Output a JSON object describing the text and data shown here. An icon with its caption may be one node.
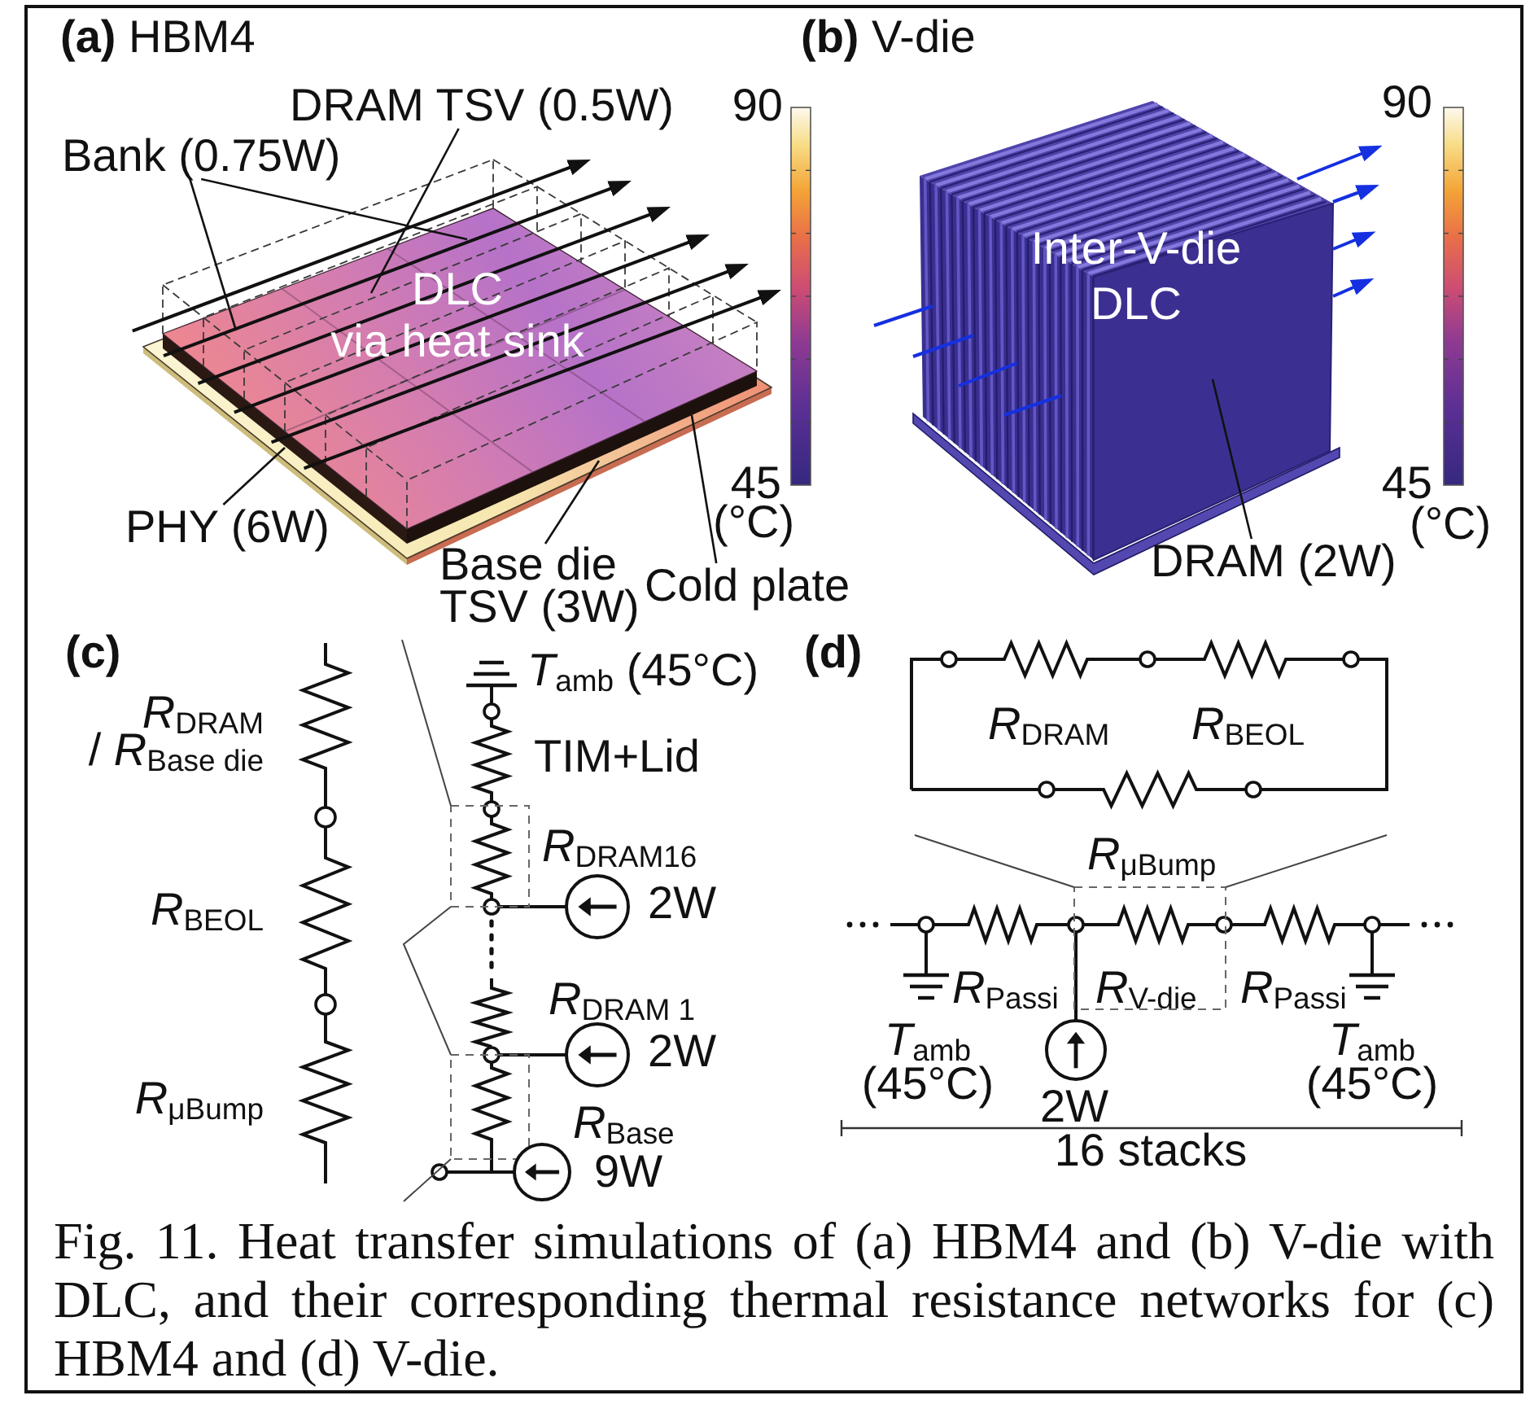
{
  "diagram": {
    "caption": "Fig. 11. Heat transfer simulations of (a) HBM4 and (b) V-die with DLC, and their corresponding thermal resistance networks for (c) HBM4 and (d) V-die.",
    "nodes": [
      {
        "text": [
          "DRAM TSV (0.5W)"
        ]
      },
      {
        "text": [
          "Bank (0.75W)"
        ]
      },
      {
        "text": [
          "PHY (6W)"
        ]
      },
      {
        "text": [
          "Base die TSV (3W)"
        ]
      },
      {
        "text": [
          "Cold plate"
        ]
      },
      {
        "text": [
          "DRAM (2W)"
        ]
      }
    ],
    "edges": [
      {
        "from": 0,
        "to": null,
        "arrow": "none"
      },
      {
        "from": 1,
        "to": null,
        "arrow": "none"
      },
      {
        "from": 1,
        "to": null,
        "arrow": "none"
      },
      {
        "from": 2,
        "to": null,
        "arrow": "none"
      },
      {
        "from": 3,
        "to": null,
        "arrow": "none"
      },
      {
        "from": 4,
        "to": null,
        "arrow": "none"
      },
      {
        "from": 5,
        "to": null,
        "arrow": "none"
      }
    ],
    "labels": [
      "**(a)** HBM4",
      "**(b)** V-die",
      "90",
      "90",
      "DLC",
      "via heat sink",
      "Inter-V-die DLC",
      "45",
      "(°C)",
      "45",
      "(°C)",
      "(c)",
      "*T*$_{amb}$ (45°C)",
      "*R*$_{DRAM}$ / *R*$_{Base die}$",
      "TIM+Lid",
      "*R*$_{DRAM16}$",
      "*R*$_{BEOL}$",
      "2W",
      "*R*$_{DRAM 1}$",
      "2W",
      "*R*$_{μBump}$",
      "*R*$_{Base}$",
      "9W",
      "(d)",
      "*R*$_{DRAM}$",
      "*R*$_{BEOL}$",
      "*R*$_{μBump}$",
      "*R*$_{Passi}$",
      "*R*$_{V-die}$",
      "*R*$_{Passi}$",
      "*T*$_{amb}$ (45°C)",
      "2W",
      "*T*$_{amb}$ (45°C)",
      "16 stacks"
    ]
  }
}
